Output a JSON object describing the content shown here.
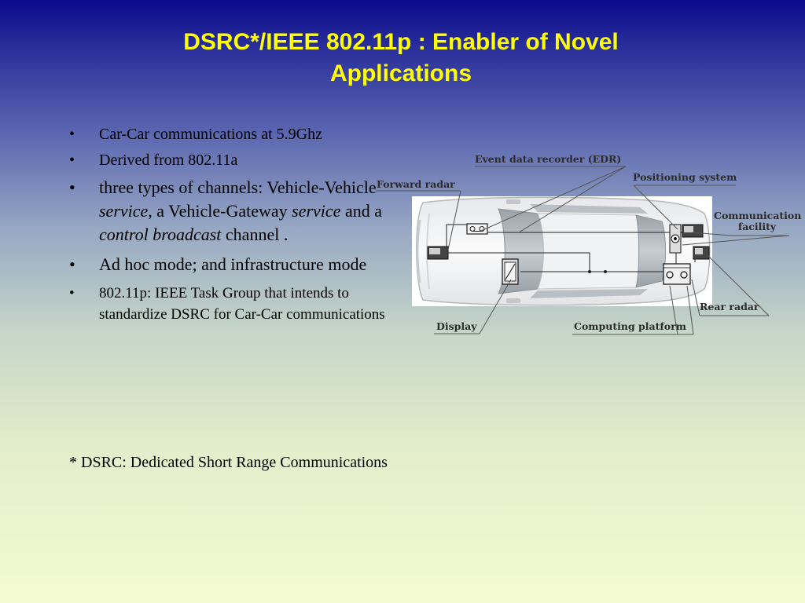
{
  "slide": {
    "title": "DSRC*/IEEE 802.11p : Enabler of Novel Applications",
    "bullets": {
      "b1": "Car-Car communications at 5.9Ghz",
      "b2": "Derived from 802.11a",
      "b3": {
        "p1": "three types of  channels: Vehicle-Vehicle ",
        "em1": "service",
        "p2": ", a Vehicle-Gateway ",
        "em2": "service",
        "p3": " and a ",
        "em3": "control broadcast",
        "p4": " channel ."
      },
      "b4": "Ad hoc mode; and infrastructure mode",
      "b5": "802.11p: IEEE Task Group that intends to standardize DSRC for Car-Car communications"
    },
    "footnote": "* DSRC: Dedicated Short Range Communications"
  },
  "diagram": {
    "labels": {
      "edr": "Event data recorder (EDR)",
      "forward_radar": "Forward radar",
      "positioning": "Positioning system",
      "comm_line1": "Communication",
      "comm_line2": "facility",
      "rear_radar": "Rear radar",
      "display": "Display",
      "computing": "Computing platform"
    }
  }
}
